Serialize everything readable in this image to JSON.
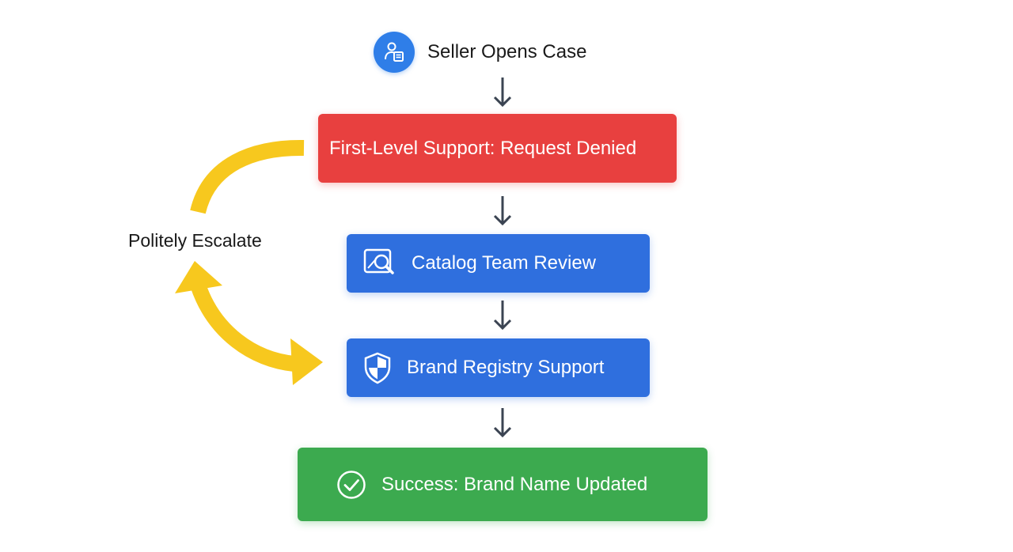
{
  "start": {
    "label": "Seller Opens Case",
    "icon": "user-document-icon"
  },
  "steps": [
    {
      "label": "First-Level Support: Request Denied",
      "color": "#e8403f"
    },
    {
      "label": "Catalog Team Review",
      "color": "#2f6fde",
      "icon": "image-search-icon"
    },
    {
      "label": "Brand Registry Support",
      "color": "#2f6fde",
      "icon": "shield-icon"
    },
    {
      "label": "Success: Brand Name Updated",
      "color": "#3caa4f",
      "icon": "check-circle-icon"
    }
  ],
  "escalation": {
    "label": "Politely Escalate",
    "color": "#f7c81e"
  }
}
